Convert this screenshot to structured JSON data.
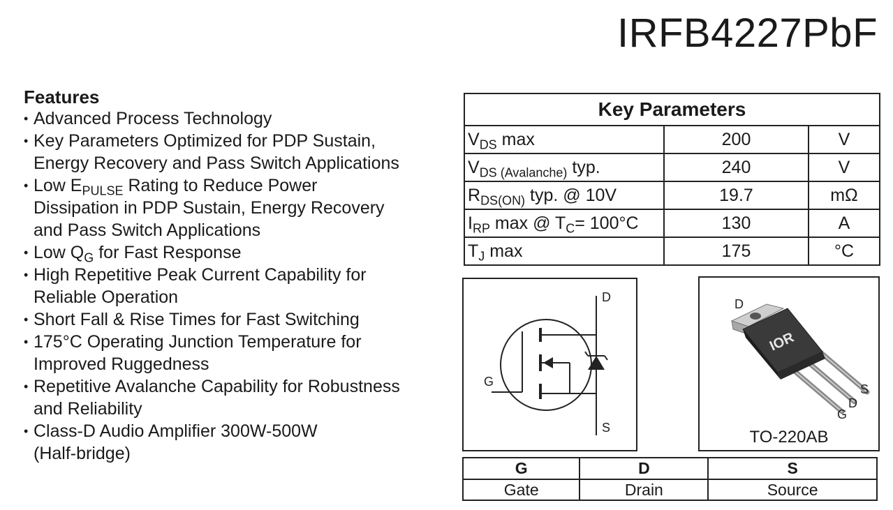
{
  "part_number": "IRFB4227PbF",
  "features": {
    "heading": "Features",
    "items": [
      {
        "text": "Advanced Process Technology"
      },
      {
        "text": "Key Parameters Optimized for PDP Sustain,\nEnergy Recovery and Pass Switch Applications"
      },
      {
        "pre": "Low E",
        "sub": "PULSE",
        "post": " Rating to Reduce Power\nDissipation in PDP Sustain, Energy Recovery\nand Pass Switch Applications"
      },
      {
        "pre": "Low Q",
        "sub": "G",
        "post": " for Fast Response"
      },
      {
        "text": "High Repetitive Peak Current Capability for\nReliable Operation"
      },
      {
        "text": "Short Fall & Rise Times for Fast Switching"
      },
      {
        "text": "175°C Operating Junction Temperature for\nImproved Ruggedness"
      },
      {
        "text": "Repetitive Avalanche Capability for Robustness\nand Reliability"
      },
      {
        "text": "Class-D Audio Amplifier 300W-500W\n(Half-bridge)"
      }
    ]
  },
  "key_parameters": {
    "title": "Key Parameters",
    "rows": [
      {
        "param": {
          "main": "V",
          "sub": "DS",
          "rest": " max"
        },
        "value": "200",
        "unit": "V"
      },
      {
        "param": {
          "main": "V",
          "sub": "DS (Avalanche)",
          "rest": " typ."
        },
        "value": "240",
        "unit": "V"
      },
      {
        "param": {
          "main": "R",
          "sub": "DS(ON)",
          "rest": " typ. @ 10V"
        },
        "value": "19.7",
        "unit": "mΩ"
      },
      {
        "param": {
          "main": "I",
          "sub": "RP",
          "rest": " max @ T",
          "sub2": "C",
          "rest2": "= 100°C"
        },
        "value": "130",
        "unit": "A"
      },
      {
        "param": {
          "main": "T",
          "sub": "J",
          "rest": " max"
        },
        "value": "175",
        "unit": "°C"
      }
    ]
  },
  "symbol": {
    "drain": "D",
    "gate": "G",
    "source": "S"
  },
  "package": {
    "name": "TO-220AB",
    "drain_tab": "D",
    "logo": "IOR",
    "pin_g": "G",
    "pin_d": "D",
    "pin_s": "S"
  },
  "pins": {
    "letters": [
      "G",
      "D",
      "S"
    ],
    "names": [
      "Gate",
      "Drain",
      "Source"
    ]
  }
}
